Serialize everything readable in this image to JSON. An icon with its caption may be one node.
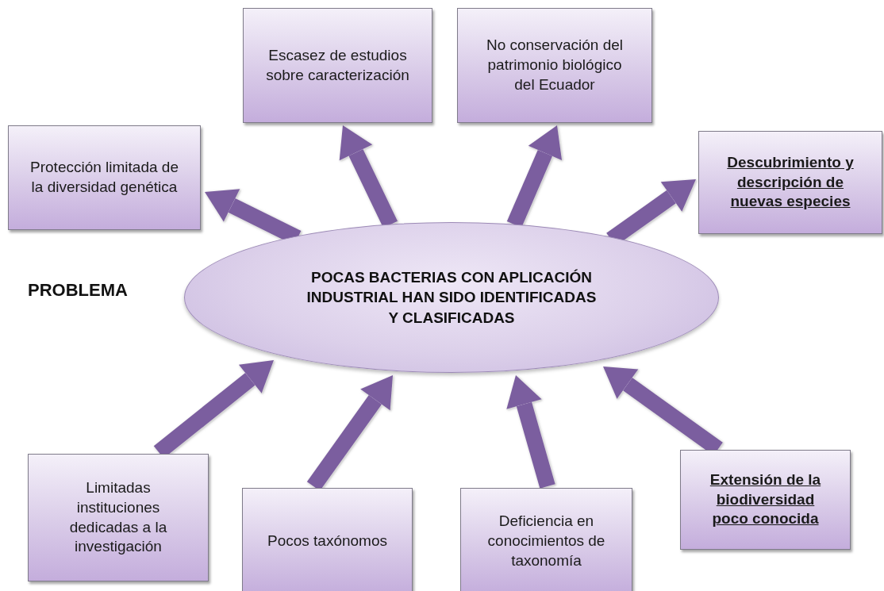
{
  "diagram": {
    "nodes": [
      {
        "text": [
          "POCAS BACTERIAS CON APLICACIÓN INDUSTRIAL HAN SIDO IDENTIFICADAS Y CLASIFICADAS"
        ]
      },
      {
        "text": [
          "Protección limitada de la diversidad genética"
        ]
      },
      {
        "text": [
          "Escasez de estudios sobre caracterización"
        ]
      },
      {
        "text": [
          "No conservación del patrimonio biológico del Ecuador"
        ]
      },
      {
        "text": [
          "Descubrimiento y descripción de nuevas especies"
        ]
      },
      {
        "text": [
          "Limitadas instituciones dedicadas a la investigación"
        ]
      },
      {
        "text": [
          "Pocos taxónomos"
        ]
      },
      {
        "text": [
          "Deficiencia en conocimientos de taxonomía"
        ]
      },
      {
        "text": [
          "Extensión de la biodiversidad poco conocida"
        ]
      }
    ],
    "edges": [
      {
        "from": 0,
        "to": 1,
        "arrow": "to"
      },
      {
        "from": 0,
        "to": 2,
        "arrow": "to"
      },
      {
        "from": 0,
        "to": 3,
        "arrow": "to"
      },
      {
        "from": 0,
        "to": 4,
        "arrow": "to"
      },
      {
        "from": 5,
        "to": 0,
        "arrow": "to"
      },
      {
        "from": 6,
        "to": 0,
        "arrow": "to"
      },
      {
        "from": 7,
        "to": 0,
        "arrow": "to"
      },
      {
        "from": 8,
        "to": 0,
        "arrow": "to"
      }
    ],
    "labels": [
      "PROBLEMA"
    ]
  }
}
